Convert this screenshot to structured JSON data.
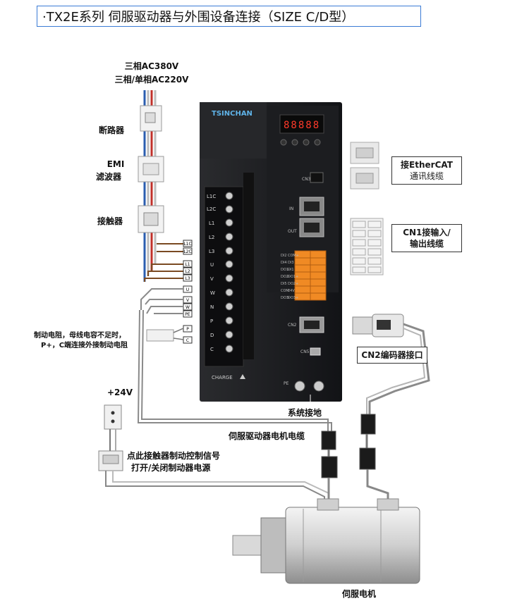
{
  "title": "·TX2E系列 伺服驱动器与外围设备连接（SIZE C/D型）",
  "power": {
    "line1": "三相AC380V",
    "line2": "三相/单相AC220V"
  },
  "components": {
    "breaker": "断路器",
    "emi_line1": "EMI",
    "emi_line2": "滤波器",
    "contactor": "接触器"
  },
  "brand": "TSINCHAN",
  "display": "88888",
  "charge": "CHARGE",
  "terminals": [
    "L1C",
    "L2C",
    "L1",
    "L2",
    "L3",
    "U",
    "V",
    "W",
    "N",
    "P",
    "D",
    "C"
  ],
  "wire_tags": [
    "L1C",
    "L2C",
    "L1",
    "L2",
    "L3",
    "U",
    "V",
    "W",
    "PE",
    "P",
    "C"
  ],
  "ports": {
    "cn3": "CN3",
    "in": "IN",
    "out": "OUT",
    "cn2": "CN2",
    "cn5": "CN5",
    "pe": "PE"
  },
  "io_pins": [
    "DI2",
    "COM+",
    "DI4",
    "DI3",
    "DO1-",
    "DI1",
    "DO2-",
    "DO1+",
    "DI5",
    "DO2+",
    "COM",
    "24V",
    "DO3-",
    "DO3+"
  ],
  "labels": {
    "ethercat_line1": "接EtherCAT",
    "ethercat_line2": "通讯线缆",
    "cn1_line1": "CN1接输入/",
    "cn1_line2": "输出线缆",
    "cn2": "CN2编码器接口",
    "brake_line1": "制动电阻，母线电容不足时，",
    "brake_line2": "P+，C端连接外接制动电阻",
    "v24": "+24V",
    "relay_line1": "点此接触器制动控制信号",
    "relay_line2": "打开/关闭制动器电源",
    "ground": "系统接地",
    "motor_cable": "伺服驱动器电机电缆",
    "motor": "伺服电机"
  },
  "colors": {
    "wire_blue": "#2a5db0",
    "wire_red": "#c0302a",
    "wire_brown": "#7a4a22",
    "io_orange": "#f08a24",
    "frame_blue": "#3a7bd5"
  }
}
